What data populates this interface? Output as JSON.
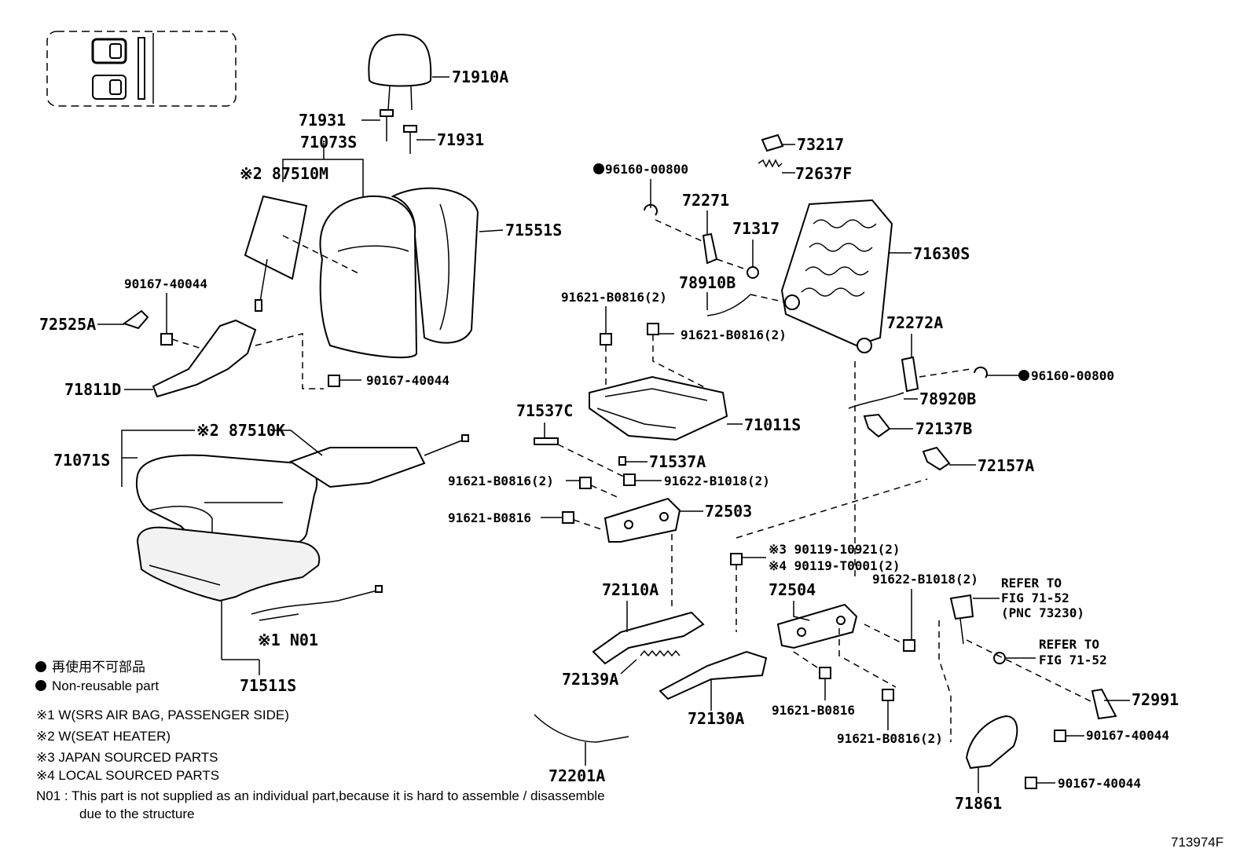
{
  "labels": {
    "p71910A": "71910A",
    "p71931a": "71931",
    "p71931b": "71931",
    "p71073S": "71073S",
    "p87510M": "※2 87510M",
    "p71551S": "71551S",
    "p90167a": "90167-40044",
    "p72525A": "72525A",
    "p71811D": "71811D",
    "p90167b": "90167-40044",
    "p87510K": "※2 87510K",
    "p71071S": "71071S",
    "pN01": "※1 N01",
    "p71511S": "71511S",
    "p73217": "73217",
    "p72637F": "72637F",
    "p96160a": "96160-00800",
    "p72271": "72271",
    "p71317": "71317",
    "p71630S": "71630S",
    "p78910B": "78910B",
    "p91621a": "91621-B0816(2)",
    "p91621b": "91621-B0816(2)",
    "p72272A": "72272A",
    "p96160b": "96160-00800",
    "p78920B": "78920B",
    "p71537C": "71537C",
    "p71011S": "71011S",
    "p72137B": "72137B",
    "p71537A": "71537A",
    "p72157A": "72157A",
    "p91621c": "91621-B0816(2)",
    "p91622a": "91622-B1018(2)",
    "p91621d": "91621-B0816",
    "p72503": "72503",
    "p90119a": "※3 90119-10921(2)",
    "p90119b": "※4 90119-T0001(2)",
    "p72110A": "72110A",
    "p72504": "72504",
    "p91622b": "91622-B1018(2)",
    "refer1a": "REFER TO",
    "refer1b": "FIG 71-52",
    "refer1c": "(PNC 73230)",
    "refer2a": "REFER TO",
    "refer2b": "FIG 71-52",
    "p72139A": "72139A",
    "p72991": "72991",
    "p72130A": "72130A",
    "p91621e": "91621-B0816",
    "p90167c": "90167-40044",
    "p91621f": "91621-B0816(2)",
    "p72201A": "72201A",
    "p90167d": "90167-40044",
    "p71861": "71861"
  },
  "legend": {
    "nonreusable_jp": "再使用不可部品",
    "nonreusable_en": "Non-reusable part",
    "note1": "※1 W(SRS AIR BAG, PASSENGER SIDE)",
    "note2": "※2 W(SEAT HEATER)",
    "note3": "※3 JAPAN SOURCED PARTS",
    "note4": "※4 LOCAL SOURCED PARTS",
    "n01_line1": "N01 :  This part is not supplied as an individual part,because it is hard to assemble / disassemble",
    "n01_line2": "due to the structure"
  },
  "figure_id": "713974F"
}
